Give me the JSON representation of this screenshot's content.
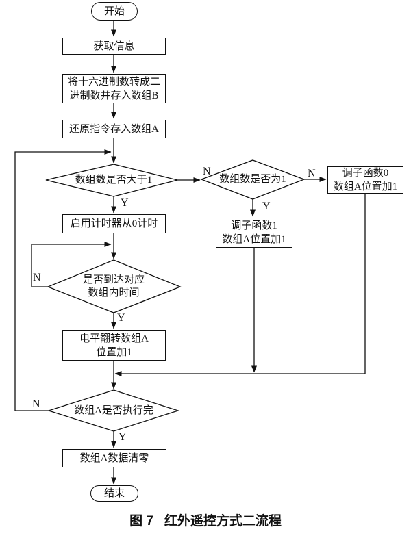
{
  "flowchart": {
    "nodes": {
      "start": {
        "label": "开始"
      },
      "get_info": {
        "label": "获取信息"
      },
      "hex_to_bin": {
        "line1": "将十六进制数转成二",
        "line2": "进制数并存入数组B"
      },
      "restore": {
        "label": "还原指令存入数组A"
      },
      "count_gt1": {
        "label": "数组数是否大于1"
      },
      "count_eq1": {
        "label": "数组数是否为1"
      },
      "sub0": {
        "line1": "调子函数0",
        "line2": "数组A位置加1"
      },
      "sub1": {
        "line1": "调子函数1",
        "line2": "数组A位置加1"
      },
      "timer": {
        "label": "启用计时器从0计时"
      },
      "time_reached": {
        "line1": "是否到达对应",
        "line2": "数组内时间"
      },
      "flip": {
        "line1": "电平翻转数组A",
        "line2": "位置加1"
      },
      "done": {
        "label": "数组A是否执行完"
      },
      "clear": {
        "label": "数组A数据清零"
      },
      "end": {
        "label": "结束"
      }
    },
    "branch_labels": {
      "yes": "Y",
      "no": "N"
    },
    "colors": {
      "line": "#111111",
      "node_fill": "#ffffff",
      "text": "#111111"
    }
  },
  "caption": {
    "figure_no": "图 7",
    "title": "红外遥控方式二流程"
  }
}
